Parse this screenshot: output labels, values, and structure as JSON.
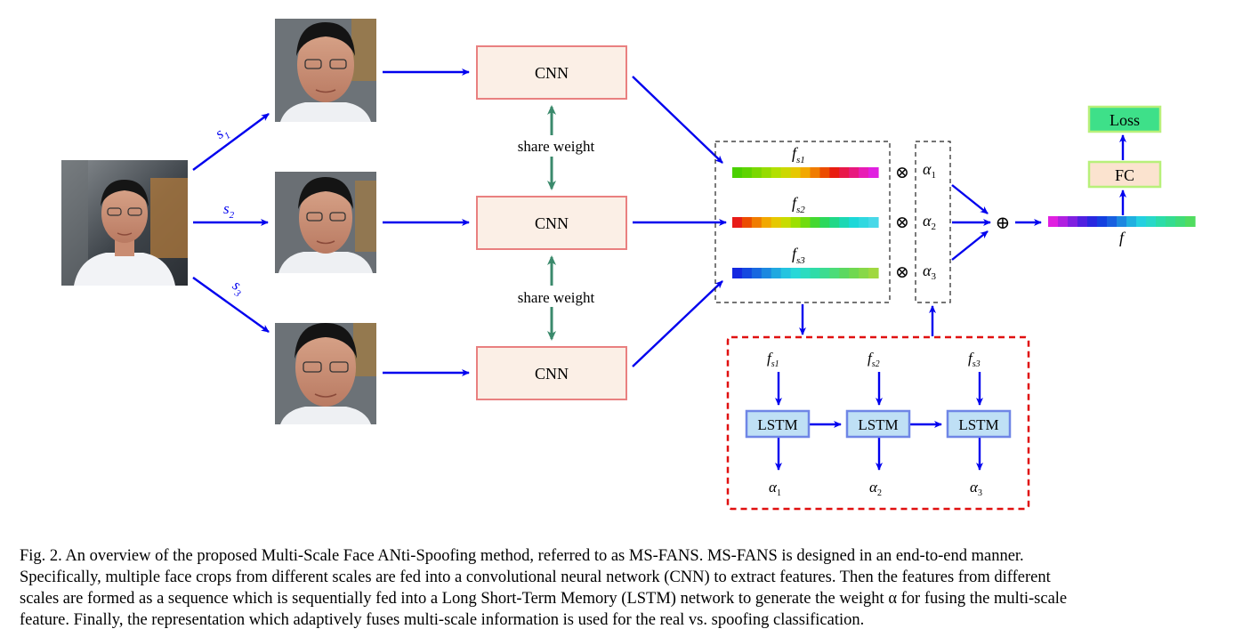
{
  "diagram": {
    "scale_labels": [
      "s",
      "s",
      "s"
    ],
    "scale_subscripts": [
      "1",
      "2",
      "3"
    ],
    "cnn_label": "CNN",
    "share_weight_label": "share weight",
    "feature_labels": [
      "f",
      "f",
      "f"
    ],
    "feature_subscripts": [
      "s1",
      "s2",
      "s3"
    ],
    "otimes_symbol": "⊗",
    "oplus_symbol": "⊕",
    "alpha_symbol": "α",
    "alpha_subscripts": [
      "1",
      "2",
      "3"
    ],
    "fused_feature_label": "f",
    "fc_label": "FC",
    "loss_label": "Loss",
    "lstm_label": "LSTM",
    "colors": {
      "arrow": "#0000ee",
      "share_arrow": "#3b8a6c",
      "cnn_fill": "#fbefe6",
      "cnn_border": "#e98080",
      "lstm_fill": "#bfe0f5",
      "lstm_border": "#6f86e6",
      "fc_fill": "#fbe3cf",
      "fc_border": "#b8f07a",
      "loss_fill": "#3ee089",
      "loss_border": "#b8f07a",
      "lstm_frame": "#e01010"
    },
    "feature_colors": {
      "fs1": [
        "#4ad000",
        "#5ed400",
        "#7ad800",
        "#96dc00",
        "#b2e000",
        "#ccd800",
        "#e6c800",
        "#f2a800",
        "#f07c00",
        "#ec4c00",
        "#e81c10",
        "#e8184a",
        "#e8187e",
        "#e81cb4",
        "#e020e0"
      ],
      "fs2": [
        "#e81c18",
        "#ec4c00",
        "#f07c00",
        "#f2a800",
        "#e6c800",
        "#c8dc00",
        "#9ce000",
        "#70dc10",
        "#44d830",
        "#2cd85c",
        "#20d888",
        "#1cd8b4",
        "#1cd8d8",
        "#30d8e0",
        "#48d8e8"
      ],
      "fs3": [
        "#1428e0",
        "#1448e0",
        "#1868e0",
        "#1c88e0",
        "#20a8e0",
        "#24c4e0",
        "#28d8d8",
        "#2cdcc0",
        "#30dca8",
        "#3cdc90",
        "#4cdc78",
        "#5cd860",
        "#70d850",
        "#88d848",
        "#a0d840"
      ],
      "f": [
        "#e020e0",
        "#b020e0",
        "#8020e0",
        "#5020e0",
        "#2828e0",
        "#1440e0",
        "#1860e0",
        "#1c88e0",
        "#20b0e0",
        "#24d0e0",
        "#28d8c8",
        "#2cdca8",
        "#34dc90",
        "#40dc78",
        "#50dc60"
      ]
    }
  },
  "caption": {
    "line1": "Fig. 2.   An overview of the proposed Multi-Scale Face ANti-Spoofing method, referred to as MS-FANS. MS-FANS is designed in an end-to-end manner.",
    "line2": "Specifically, multiple face crops from different scales are fed into a convolutional neural network (CNN) to extract features. Then the features from different",
    "line3": "scales are formed as a sequence which is sequentially fed into a Long Short-Term Memory (LSTM) network to generate the weight α for fusing the multi-scale",
    "line4": "feature. Finally, the representation which adaptively fuses multi-scale information is used for the real vs. spoofing classification."
  }
}
